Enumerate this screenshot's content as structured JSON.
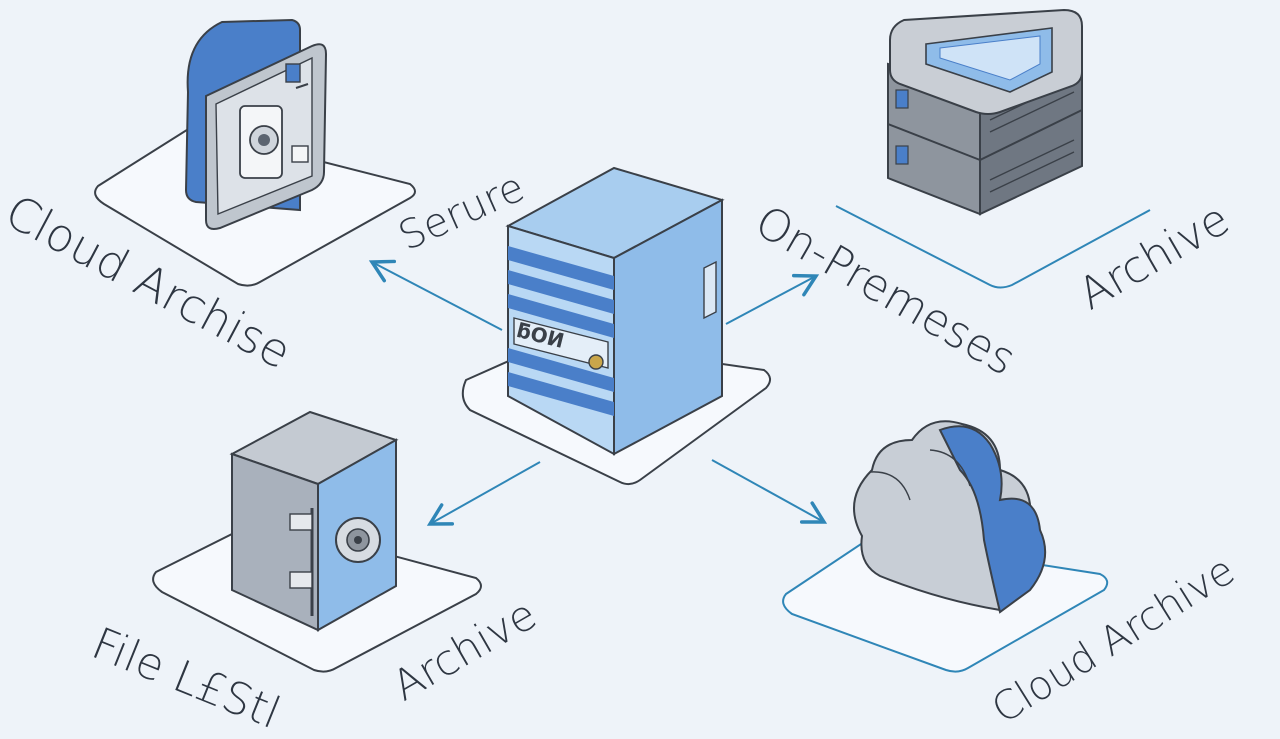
{
  "labels": {
    "cloud_archive_left": "Cloud Archise",
    "secure": "Serure",
    "on_premises": "On-Premeses",
    "archive_top_right": "Archive",
    "file_lbl": "File L£Stl",
    "archive_bottom_left": "Archive",
    "cloud_archive_bottom": "Cloud Archive",
    "server_badge": "ƃOИ"
  },
  "colors": {
    "background": "#eef3f9",
    "accent_blue": "#4a7fc9",
    "light_blue": "#8fbce9",
    "arrow": "#2f86b7",
    "platform_stroke": "#3a4048",
    "text": "#2e3642"
  },
  "nodes": [
    {
      "id": "central-server",
      "icon": "server-tower-icon"
    },
    {
      "id": "vault-panel",
      "icon": "vault-door-icon"
    },
    {
      "id": "on-premises-rack",
      "icon": "server-rack-icon"
    },
    {
      "id": "file-safe",
      "icon": "safe-icon"
    },
    {
      "id": "cloud-storage",
      "icon": "cloud-icon"
    }
  ]
}
